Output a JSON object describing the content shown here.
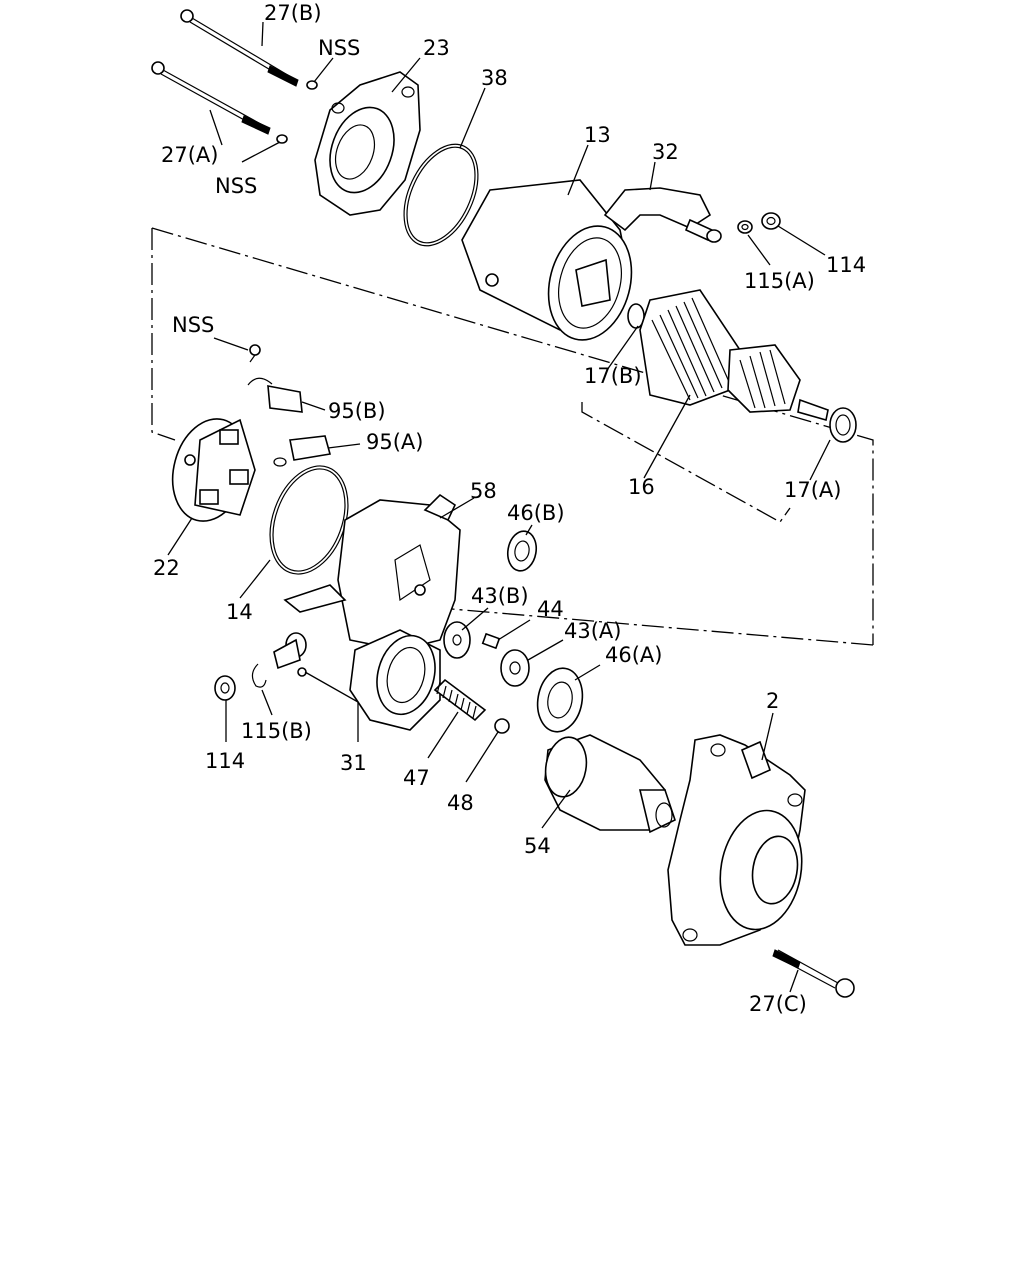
{
  "labels": {
    "l27b": "27(B)",
    "nss_top": "NSS",
    "l23": "23",
    "l38": "38",
    "l27a": "27(A)",
    "nss_mid": "NSS",
    "l13": "13",
    "l32": "32",
    "l115a": "115(A)",
    "l114_top": "114",
    "nss_left": "NSS",
    "l95b": "95(B)",
    "l95a": "95(A)",
    "l17b": "17(B)",
    "l16": "16",
    "l17a": "17(A)",
    "l22": "22",
    "l58": "58",
    "l46b": "46(B)",
    "l14": "14",
    "l43b": "43(B)",
    "l44": "44",
    "l43a": "43(A)",
    "l46a": "46(A)",
    "l2": "2",
    "l114_bot": "114",
    "l115b": "115(B)",
    "l31": "31",
    "l47": "47",
    "l48": "48",
    "l54": "54",
    "l27c": "27(C)"
  }
}
